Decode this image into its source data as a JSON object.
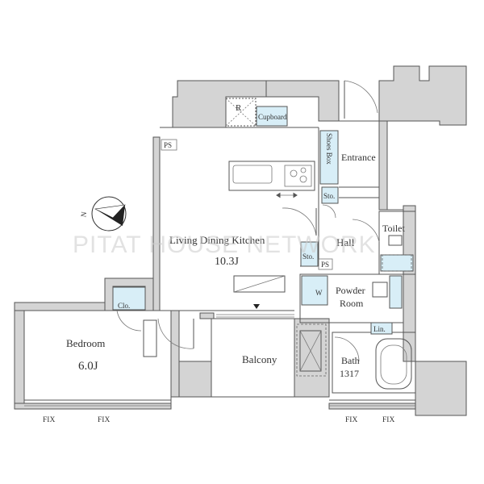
{
  "rooms": {
    "ldk_name": "Living Dining Kitchen",
    "ldk_size": "10.3J",
    "bedroom_name": "Bedroom",
    "bedroom_size": "6.0J",
    "balcony": "Balcony",
    "hall": "Hall",
    "toilet": "Toilet",
    "entrance": "Entrance",
    "powder_line1": "Powder",
    "powder_line2": "Room",
    "bath_name": "Bath",
    "bath_size": "1317"
  },
  "labels": {
    "ps_ldk": "PS",
    "ps_hall": "PS",
    "r": "R",
    "cupboard": "Cupboard",
    "shoes_box": "Shoes Box",
    "sto_entrance": "Sto.",
    "sto_kitchen": "Sto.",
    "clo": "Clo.",
    "w": "W",
    "lin": "Lin.",
    "compass_n": "N"
  },
  "fix_labels": [
    "FIX",
    "FIX",
    "FIX",
    "FIX"
  ],
  "watermark": "PITAT HOUSE NETWORK",
  "colors": {
    "wall": "#d4d4d4",
    "storage": "#d8eef7",
    "line": "#555555"
  }
}
